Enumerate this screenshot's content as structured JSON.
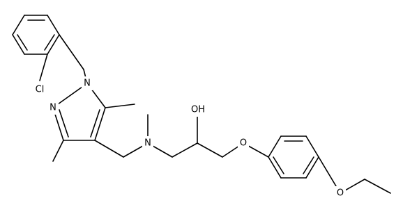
{
  "molecule": {
    "atoms": {
      "chlorine": "Cl",
      "pyrazole_n1": "N",
      "pyrazole_n2": "N",
      "amine_n": "N",
      "hydroxyl": "OH",
      "ether_o": "O",
      "ethoxy_o": "O"
    },
    "colors": {
      "bond": "#000000",
      "label": "#000000",
      "background": "#ffffff"
    }
  }
}
